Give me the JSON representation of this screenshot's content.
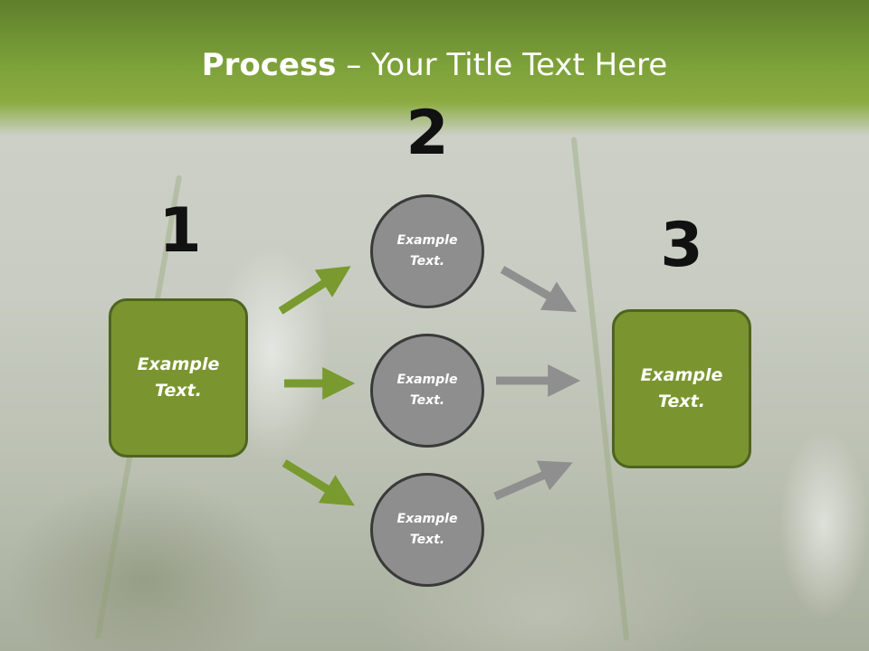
{
  "title": {
    "bold": "Process",
    "rest": " – Your Title Text Here"
  },
  "steps": [
    {
      "number": "1",
      "text": "Example\nText."
    },
    {
      "number": "2",
      "text": ""
    },
    {
      "number": "3",
      "text": "Example\nText."
    }
  ],
  "circles": [
    {
      "text": "Example\nText."
    },
    {
      "text": "Example\nText."
    },
    {
      "text": "Example\nText."
    }
  ],
  "colors": {
    "header_green": "#7ea23a",
    "box_fill": "#7a952f",
    "box_border": "#4f6420",
    "circle_fill": "#8e8e8e",
    "green_arrow": "#789a2e",
    "gray_arrow": "#8f8f8f"
  }
}
